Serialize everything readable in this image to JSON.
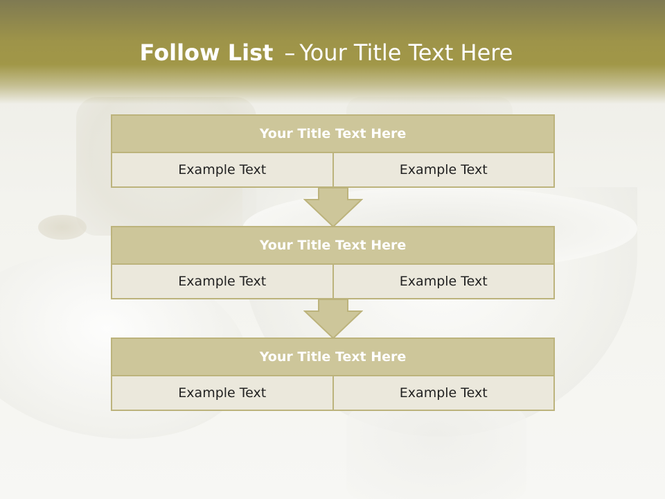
{
  "slide": {
    "title_bold": "Follow List",
    "title_dash": "–",
    "title_rest": "Your Title Text Here"
  },
  "steps": [
    {
      "title": "Your Title Text Here",
      "left": "Example Text",
      "right": "Example Text"
    },
    {
      "title": "Your Title Text Here",
      "left": "Example Text",
      "right": "Example Text"
    },
    {
      "title": "Your Title Text Here",
      "left": "Example Text",
      "right": "Example Text"
    }
  ],
  "colors": {
    "header_band": "#a19748",
    "box_title_fill": "#cdc69a",
    "box_border": "#bcb37c",
    "box_body_fill": "#ebe8dc",
    "arrow_fill": "#cdc69a"
  },
  "icons": {
    "connector": "down-arrow-icon"
  }
}
